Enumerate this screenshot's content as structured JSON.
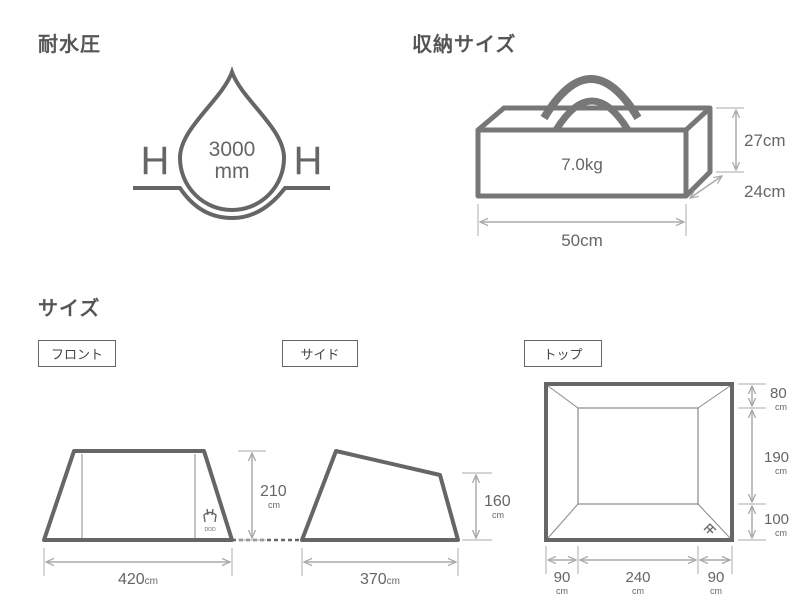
{
  "sections": {
    "water_pressure": "耐水圧",
    "storage": "収納サイズ",
    "size": "サイズ"
  },
  "water": {
    "value": "3000",
    "unit": "mm",
    "h_left": "H",
    "h_right": "H"
  },
  "bag": {
    "weight": "7.0kg",
    "height": "27cm",
    "depth": "24cm",
    "width": "50cm"
  },
  "views": {
    "front": {
      "label": "フロント",
      "width_val": "420",
      "width_unit": "cm",
      "height_val": "210",
      "height_unit": "cm",
      "logo": "DOD"
    },
    "side": {
      "label": "サイド",
      "width_val": "370",
      "width_unit": "cm",
      "height_val": "160",
      "height_unit": "cm"
    },
    "top": {
      "label": "トップ",
      "depths": [
        {
          "v": "80",
          "u": "cm"
        },
        {
          "v": "190",
          "u": "cm"
        },
        {
          "v": "100",
          "u": "cm"
        }
      ],
      "widths": [
        {
          "v": "90",
          "u": "cm"
        },
        {
          "v": "240",
          "u": "cm"
        },
        {
          "v": "90",
          "u": "cm"
        }
      ]
    }
  },
  "colors": {
    "stroke": "#666666",
    "dim": "#aaaaaa",
    "text": "#555555"
  }
}
